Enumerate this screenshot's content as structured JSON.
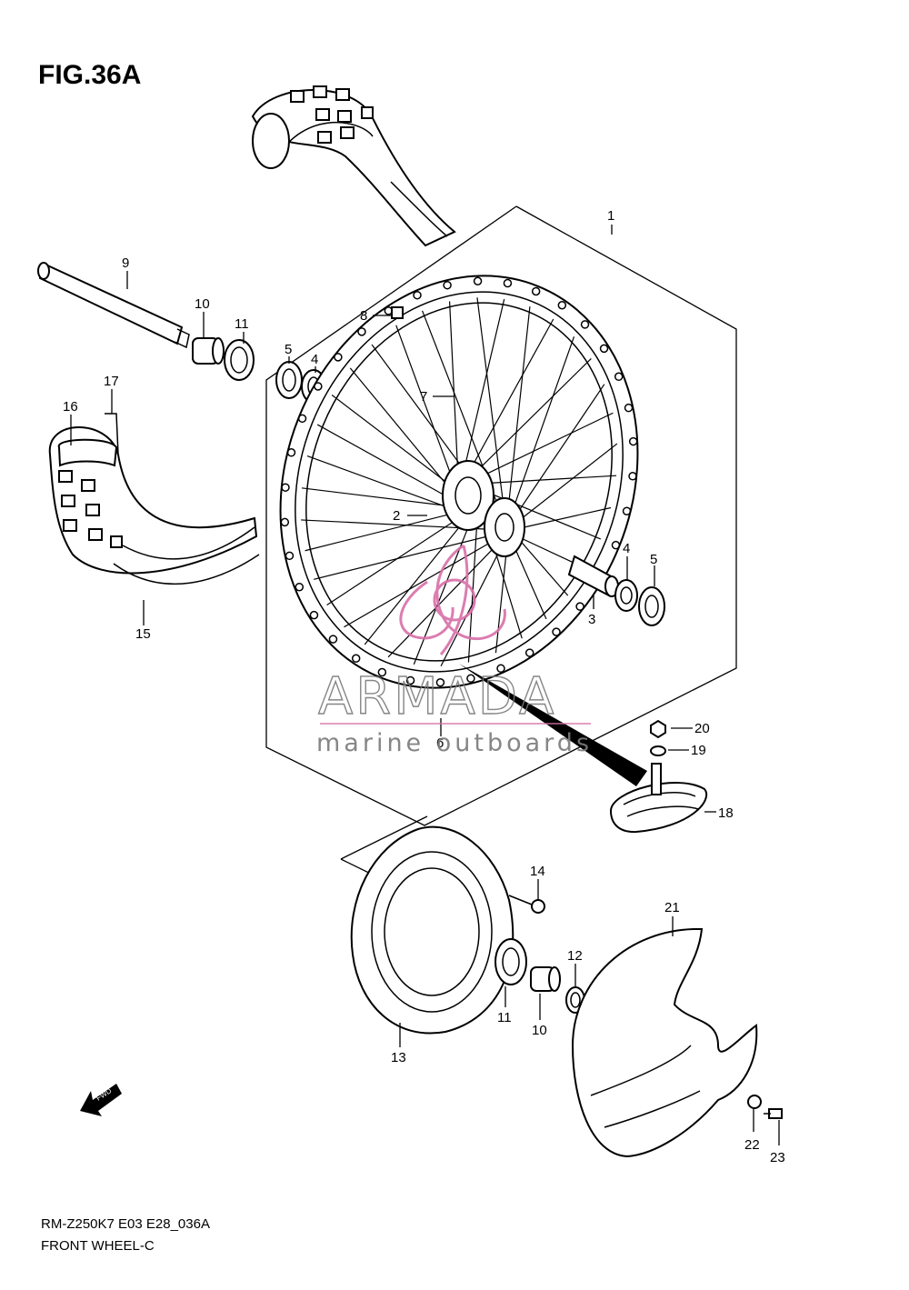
{
  "figure_title": "FIG.36A",
  "footer": {
    "model_code": "RM-Z250K7 E03 E28_036A",
    "section_name": "FRONT WHEEL-C"
  },
  "fwd_label": "FWD",
  "watermark": {
    "brand": "ARMADA",
    "tagline": "marine outboards",
    "brand_color": "#d86fa8"
  },
  "callouts": [
    "1",
    "2",
    "3",
    "4",
    "4",
    "5",
    "5",
    "6",
    "7",
    "8",
    "9",
    "10",
    "10",
    "11",
    "11",
    "12",
    "13",
    "14",
    "15",
    "16",
    "17",
    "18",
    "19",
    "20",
    "21",
    "22",
    "23"
  ]
}
